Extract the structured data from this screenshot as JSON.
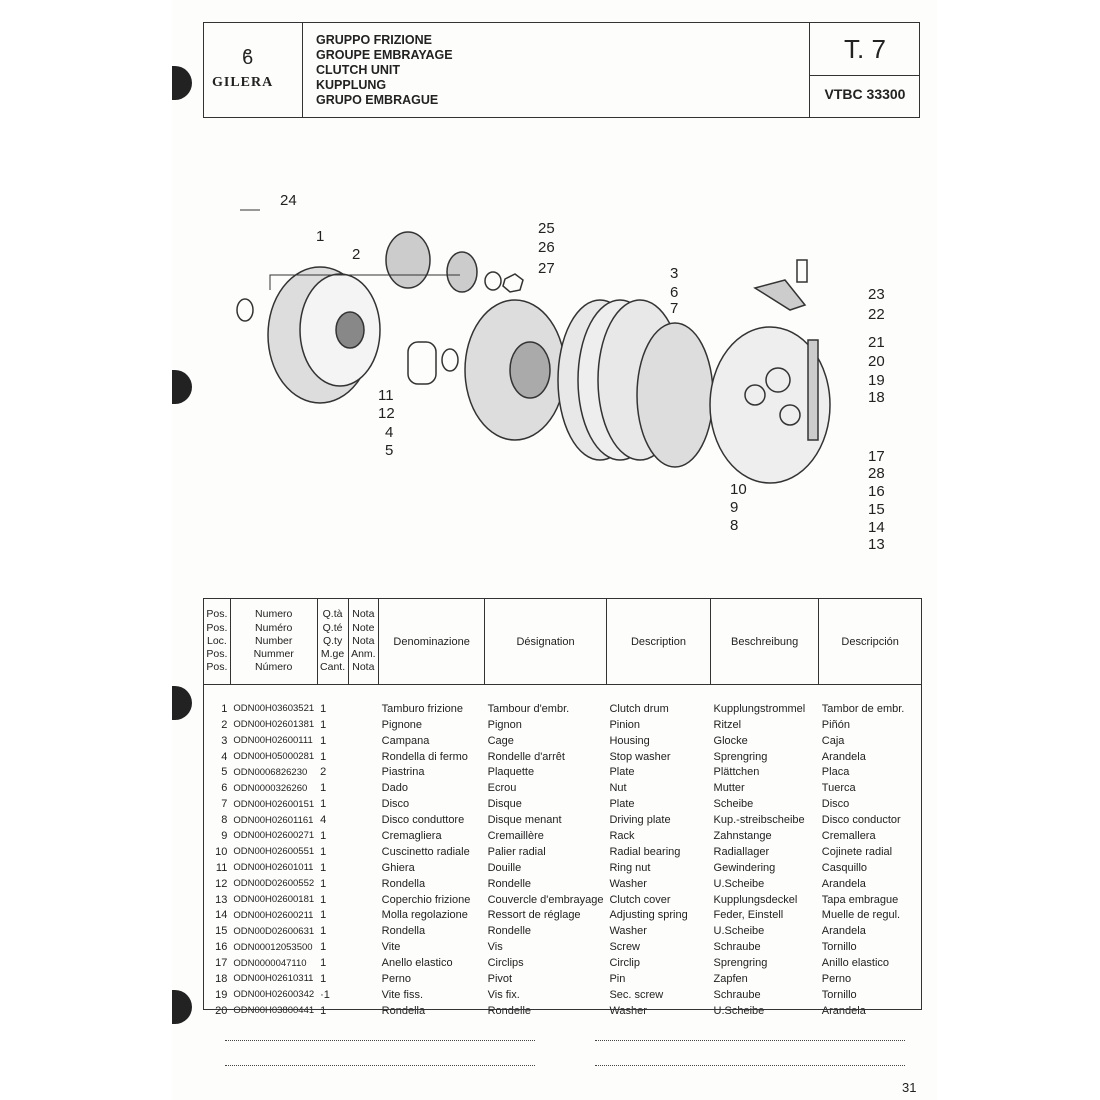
{
  "header": {
    "brand": "GILERA",
    "titles": [
      "GRUPPO FRIZIONE",
      "GROUPE EMBRAYAGE",
      "CLUTCH UNIT",
      "KUPPLUNG",
      "GRUPO EMBRAGUE"
    ],
    "table_no": "T. 7",
    "model": "VTBC 33300"
  },
  "callouts": [
    "24",
    "1",
    "2",
    "25",
    "26",
    "27",
    "3",
    "6",
    "7",
    "23",
    "22",
    "21",
    "20",
    "19",
    "18",
    "11",
    "12",
    "4",
    "5",
    "17",
    "28",
    "16",
    "15",
    "14",
    "13",
    "10",
    "9",
    "8"
  ],
  "table": {
    "headers": {
      "pos": [
        "Pos.",
        "Pos.",
        "Loc.",
        "Pos.",
        "Pos."
      ],
      "numero": [
        "Numero",
        "Numéro",
        "Number",
        "Nummer",
        "Número"
      ],
      "qty": [
        "Q.tà",
        "Q.té",
        "Q.ty",
        "M.ge",
        "Cant."
      ],
      "nota": [
        "Nota",
        "Note",
        "Nota",
        "Anm.",
        "Nota"
      ],
      "it": "Denominazione",
      "fr": "Désignation",
      "en": "Description",
      "de": "Beschreibung",
      "es": "Descripción"
    },
    "rows": [
      [
        "1",
        "ODN00H03603521",
        "1",
        "Tamburo frizione",
        "Tambour d'embr.",
        "Clutch drum",
        "Kupplungstrommel",
        "Tambor de embr."
      ],
      [
        "2",
        "ODN00H02601381",
        "1",
        "Pignone",
        "Pignon",
        "Pinion",
        "Ritzel",
        "Piñón"
      ],
      [
        "3",
        "ODN00H02600111",
        "1",
        "Campana",
        "Cage",
        "Housing",
        "Glocke",
        "Caja"
      ],
      [
        "4",
        "ODN00H05000281",
        "1",
        "Rondella di fermo",
        "Rondelle d'arrêt",
        "Stop washer",
        "Sprengring",
        "Arandela"
      ],
      [
        "5",
        "ODN0006826230",
        "2",
        "Piastrina",
        "Plaquette",
        "Plate",
        "Plättchen",
        "Placa"
      ],
      [
        "6",
        "ODN0000326260",
        "1",
        "Dado",
        "Ecrou",
        "Nut",
        "Mutter",
        "Tuerca"
      ],
      [
        "7",
        "ODN00H02600151",
        "1",
        "Disco",
        "Disque",
        "Plate",
        "Scheibe",
        "Disco"
      ],
      [
        "8",
        "ODN00H02601161",
        "4",
        "Disco conduttore",
        "Disque menant",
        "Driving plate",
        "Kup.-streibscheibe",
        "Disco conductor"
      ],
      [
        "9",
        "ODN00H02600271",
        "1",
        "Cremagliera",
        "Cremaillère",
        "Rack",
        "Zahnstange",
        "Cremallera"
      ],
      [
        "10",
        "ODN00H02600551",
        "1",
        "Cuscinetto radiale",
        "Palier radial",
        "Radial bearing",
        "Radiallager",
        "Cojinete radial"
      ],
      [
        "11",
        "ODN00H02601011",
        "1",
        "Ghiera",
        "Douille",
        "Ring nut",
        "Gewindering",
        "Casquillo"
      ],
      [
        "12",
        "ODN00D02600552",
        "1",
        "Rondella",
        "Rondelle",
        "Washer",
        "U.Scheibe",
        "Arandela"
      ],
      [
        "13",
        "ODN00H02600181",
        "1",
        "Coperchio frizione",
        "Couvercle d'embrayage",
        "Clutch cover",
        "Kupplungsdeckel",
        "Tapa embrague"
      ],
      [
        "14",
        "ODN00H02600211",
        "1",
        "Molla regolazione",
        "Ressort de réglage",
        "Adjusting spring",
        "Feder, Einstell",
        "Muelle de regul."
      ],
      [
        "15",
        "ODN00D02600631",
        "1",
        "Rondella",
        "Rondelle",
        "Washer",
        "U.Scheibe",
        "Arandela"
      ],
      [
        "16",
        "ODN00012053500",
        "1",
        "Vite",
        "Vis",
        "Screw",
        "Schraube",
        "Tornillo"
      ],
      [
        "17",
        "ODN0000047110",
        "1",
        "Anello elastico",
        "Circlips",
        "Circlip",
        "Sprengring",
        "Anillo elastico"
      ],
      [
        "18",
        "ODN00H02610311",
        "1",
        "Perno",
        "Pivot",
        "Pin",
        "Zapfen",
        "Perno"
      ],
      [
        "19",
        "ODN00H02600342",
        "·1",
        "Vite fiss.",
        "Vis fix.",
        "Sec. screw",
        "Schraube",
        "Tornillo"
      ],
      [
        "20",
        "ODN00H03800441",
        "1",
        "Rondella",
        "Rondelle",
        "Washer",
        "U.Scheibe",
        "Arandela"
      ]
    ]
  },
  "page_number": "31"
}
